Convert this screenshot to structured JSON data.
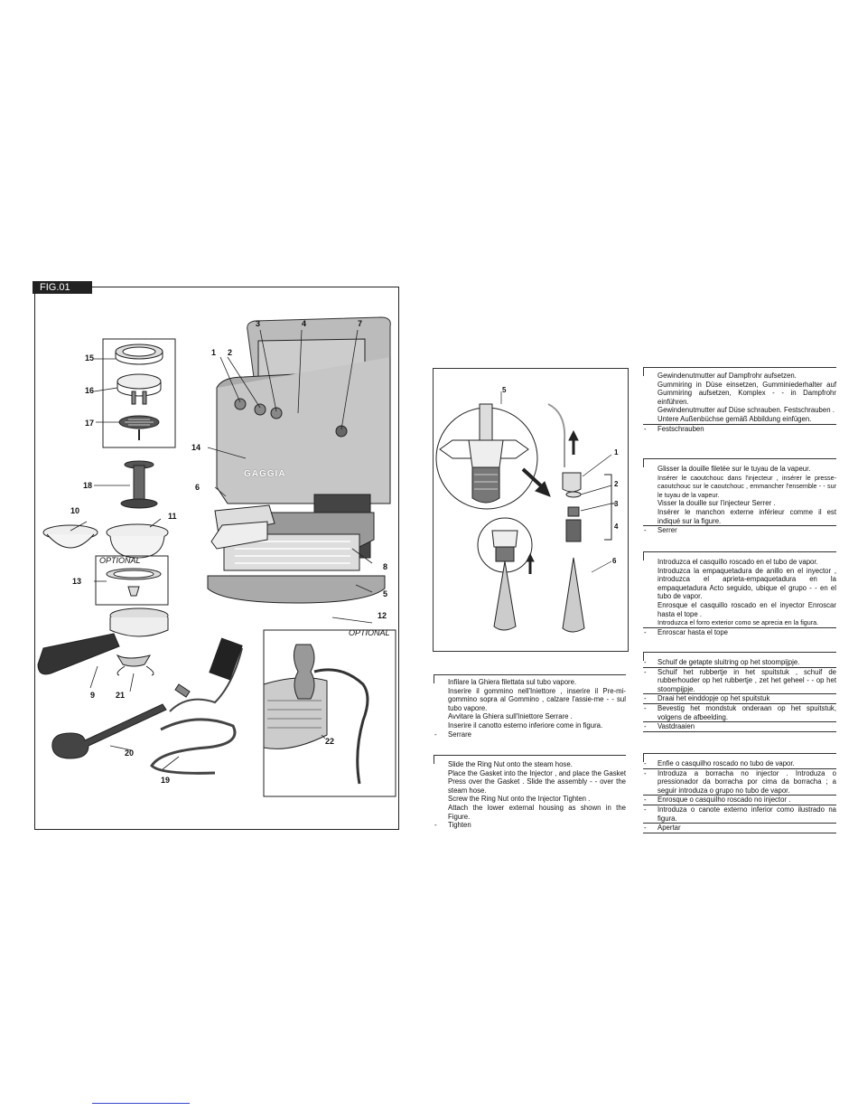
{
  "figure": {
    "tab_label": "FIG.01",
    "optional_label_left": "OPTIONAL",
    "optional_label_right": "OPTIONAL",
    "callouts": [
      "1",
      "2",
      "3",
      "4",
      "5",
      "6",
      "7",
      "8",
      "9",
      "10",
      "11",
      "12",
      "13",
      "14",
      "15",
      "16",
      "17",
      "18",
      "19",
      "20",
      "21",
      "22"
    ],
    "brand_logo": "GAGGIA"
  },
  "steam_diagram": {
    "callouts": [
      "5",
      "1",
      "2",
      "3",
      "4",
      "6"
    ]
  },
  "instructions": {
    "italian": [
      "Infilare la Ghiera filettata     sul tubo vapore.",
      "Inserire il gommino     nell'Iniettore   , inserire il Pre-mi-gommino     sopra al Gommino   , calzare l'assie-me   -  -   sul tubo vapore.",
      "Avvitare la Ghiera     sull'Iniettore     Serrare   .",
      "Inserire il canotto esterno inferiore     come in figura.",
      "Serrare"
    ],
    "english": [
      "Slide the Ring Nut     onto the steam hose.",
      "Place the Gasket     into the Injector   , and place the Gasket Press     over the Gasket   . Slide the assembly   -  -   over the steam hose.",
      "Screw the Ring Nut     onto the Injector     Tighten   .",
      "Attach the lower external housing     as shown in the Figure.",
      "Tighten"
    ],
    "german": [
      "Gewindenutmutter auf Dampfrohr aufsetzen.",
      "Gummiring     in Düse     einsetzen, Gumminiederhalter     auf Gummiring     aufsetzen, Komplex   -  -   in Dampfrohr einführen.",
      "Gewindenutmutter     auf Düse     schrauben. Festschrauben   .",
      "Untere Außenbüchse     gemäß Abbildung einfügen.",
      "Festschrauben"
    ],
    "french": [
      "Glisser la douille filetée     sur le tuyau de la vapeur.",
      "Insérer le caoutchouc     dans l'injecteur   , insérer le presse-caoutchouc     sur le caoutchouc   , emmancher l'ensemble   -  -   sur le tuyau de la vapeur.",
      "Visser la douille     sur l'injecteur     Serrer   .",
      "Insérer le manchon externe inférieur     comme il est indiqué sur la figure.",
      "Serrer"
    ],
    "spanish": [
      "Introduzca el casquillo roscado     en el tubo de vapor.",
      "Introduzca la empaquetadura de anillo     en el inyector   , introduzca el aprieta-empaquetadura     en la empaquetadura     Acto seguido, ubique el grupo   -  -   en el tubo de vapor.",
      "Enrosque el casquillo roscado     en el inyector     Enroscar hasta el tope   .",
      "Introduzca el forro exterior     como se aprecia en la figura.",
      "Enroscar hasta el tope"
    ],
    "dutch": [
      "Schuif   de getapte sluitring op het stoompijpje.",
      "Schuif het rubbertje     in het spuitstuk   , schuif de rubberhouder     op het rubbertje   , zet het geheel   -  -   op het stoompijpje.",
      "Draai het einddopje     op het spuitstuk",
      "Bevestig het mondstuk onderaan op het spuitstuk, volgens de afbeelding.",
      "Vastdraaien"
    ],
    "portuguese": [
      "Enfie o casquilho roscado no tubo de vapor.",
      "Introduza a borracha     no injector   . Introduza o pressionador da borracha     por cima da borracha   ; a seguir introduza o grupo             no tubo de vapor.",
      "Enrosque o casquilho roscado     no injector   .",
      "Introduza o canote externo inferior como ilustrado na figura.",
      "Apertar"
    ]
  }
}
